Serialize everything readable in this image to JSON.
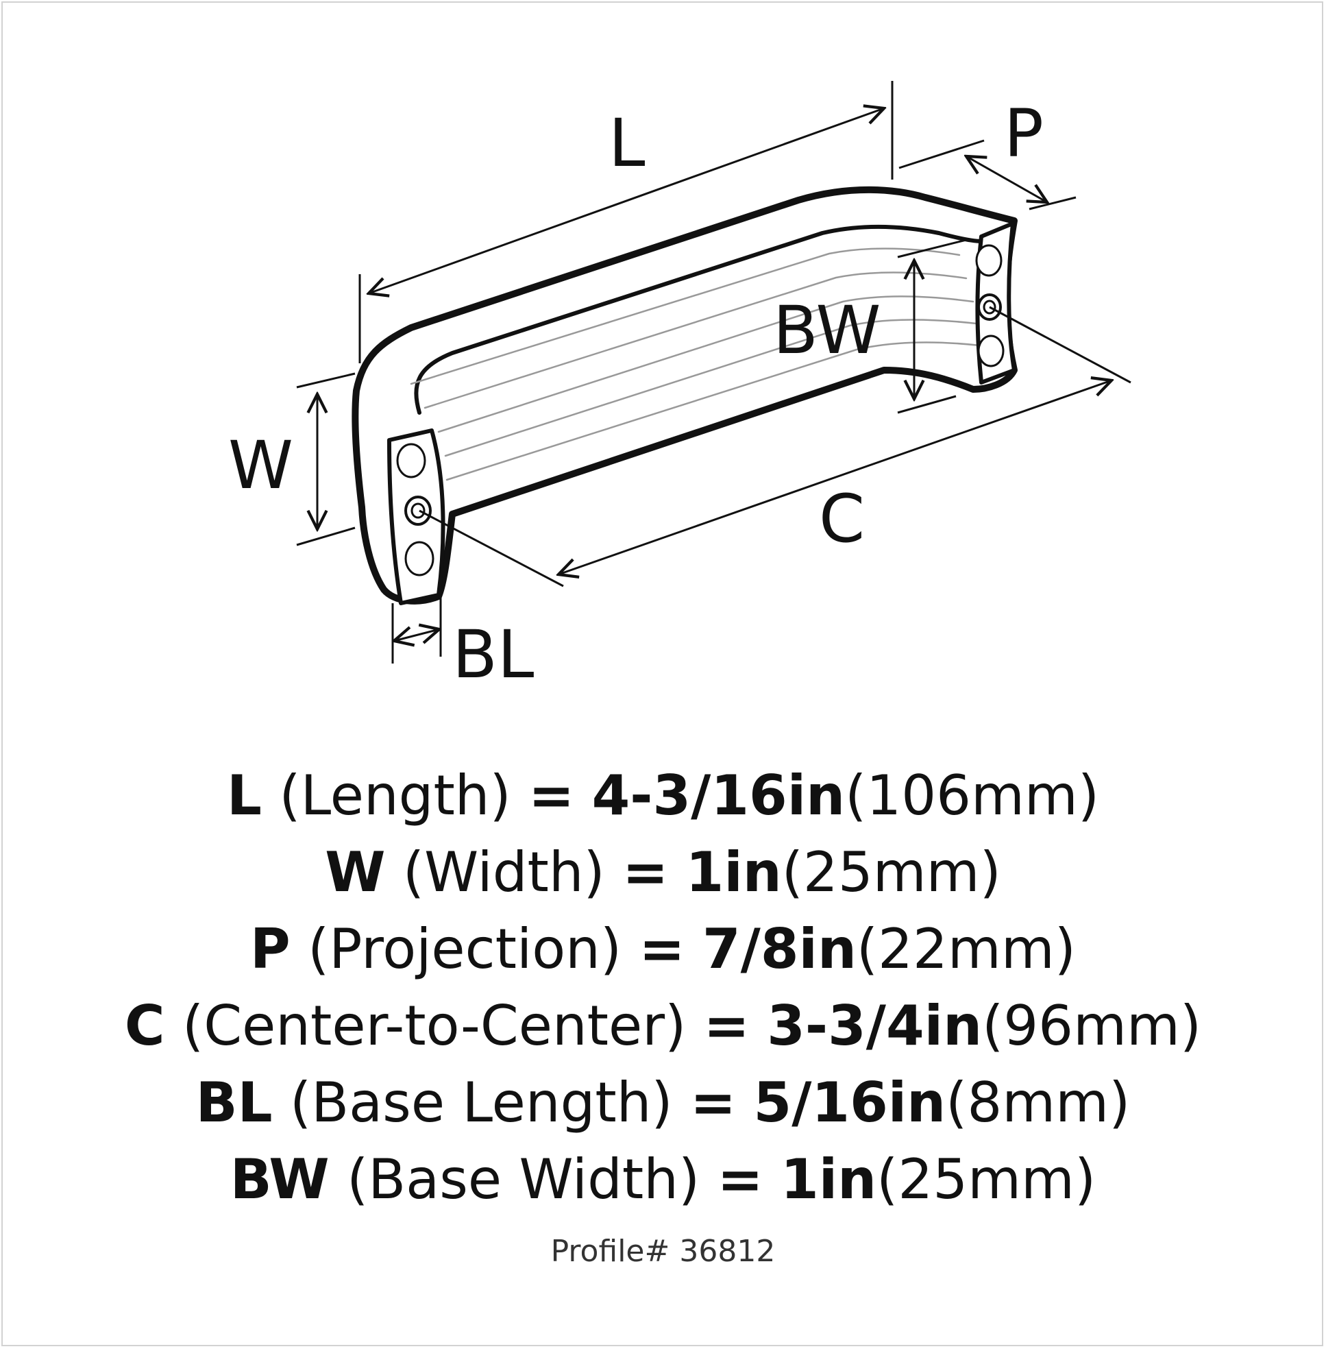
{
  "diagram": {
    "labels": {
      "L": "L",
      "P": "P",
      "BW": "BW",
      "W": "W",
      "C": "C",
      "BL": "BL"
    }
  },
  "specs": [
    {
      "letter": "L",
      "name": "(Length)",
      "eq": "=",
      "in": "4-3/16in",
      "mm": "(106mm)"
    },
    {
      "letter": "W",
      "name": "(Width)",
      "eq": "=",
      "in": "1in",
      "mm": "(25mm)"
    },
    {
      "letter": "P",
      "name": "(Projection)",
      "eq": "=",
      "in": "7/8in",
      "mm": "(22mm)"
    },
    {
      "letter": "C",
      "name": "(Center-to-Center)",
      "eq": "=",
      "in": "3-3/4in",
      "mm": "(96mm)"
    },
    {
      "letter": "BL",
      "name": "(Base Length)",
      "eq": "=",
      "in": "5/16in",
      "mm": "(8mm)"
    },
    {
      "letter": "BW",
      "name": "(Base Width)",
      "eq": "=",
      "in": "1in",
      "mm": "(25mm)"
    }
  ],
  "profile": "Profile# 36812",
  "colors": {
    "ink": "#111111",
    "frame": "#d2d2d2",
    "grooves": "#999999"
  }
}
